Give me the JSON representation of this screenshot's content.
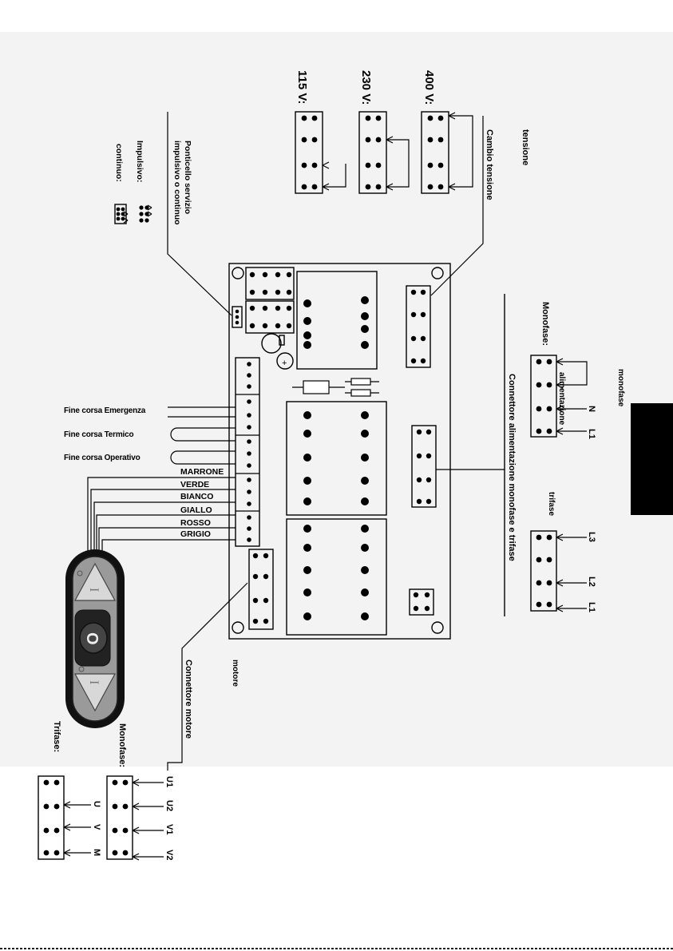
{
  "voltage_labels": {
    "v115": "115 V:",
    "v230": "230 V:",
    "v400": "400 V:"
  },
  "labels": {
    "tensione": "tensione",
    "cambio_tensione": "Cambio tensione",
    "ponticello_1": "Ponticello servizio",
    "ponticello_2": "impulsivo o continuo",
    "impulsivo": "Impulsivo:",
    "continuo": "continuo:",
    "monofase_upper": "Monofase:",
    "monofase_right": "monofase",
    "alimentazione": "alimentazione",
    "connettore_alimentazione": "Connettore alimentazione monofase e trifase",
    "trifase_right": "trifase",
    "connettore_motore": "Connettore motore",
    "motore": "motore",
    "monofase_lower": "Monofase:",
    "trifase_lower": "Trifase:"
  },
  "terminals": {
    "N": "N",
    "L1a": "L1",
    "L3": "L3",
    "L2": "L2",
    "L1b": "L1",
    "U1": "U1",
    "U2": "U2",
    "V1": "V1",
    "V2": "V2",
    "U": "U",
    "V": "V",
    "M": "M"
  },
  "limit_switches": [
    "Fine corsa Emergenza",
    "Fine corsa Termico",
    "Fine corsa Operativo"
  ],
  "wire_colors": [
    "MARRONE",
    "VERDE",
    "BIANCO",
    "GIALLO",
    "ROSSO",
    "GRIGIO"
  ],
  "pendant_symbols": {
    "up": "I",
    "stop": "O",
    "down": "I"
  },
  "tab_color": "#000000"
}
